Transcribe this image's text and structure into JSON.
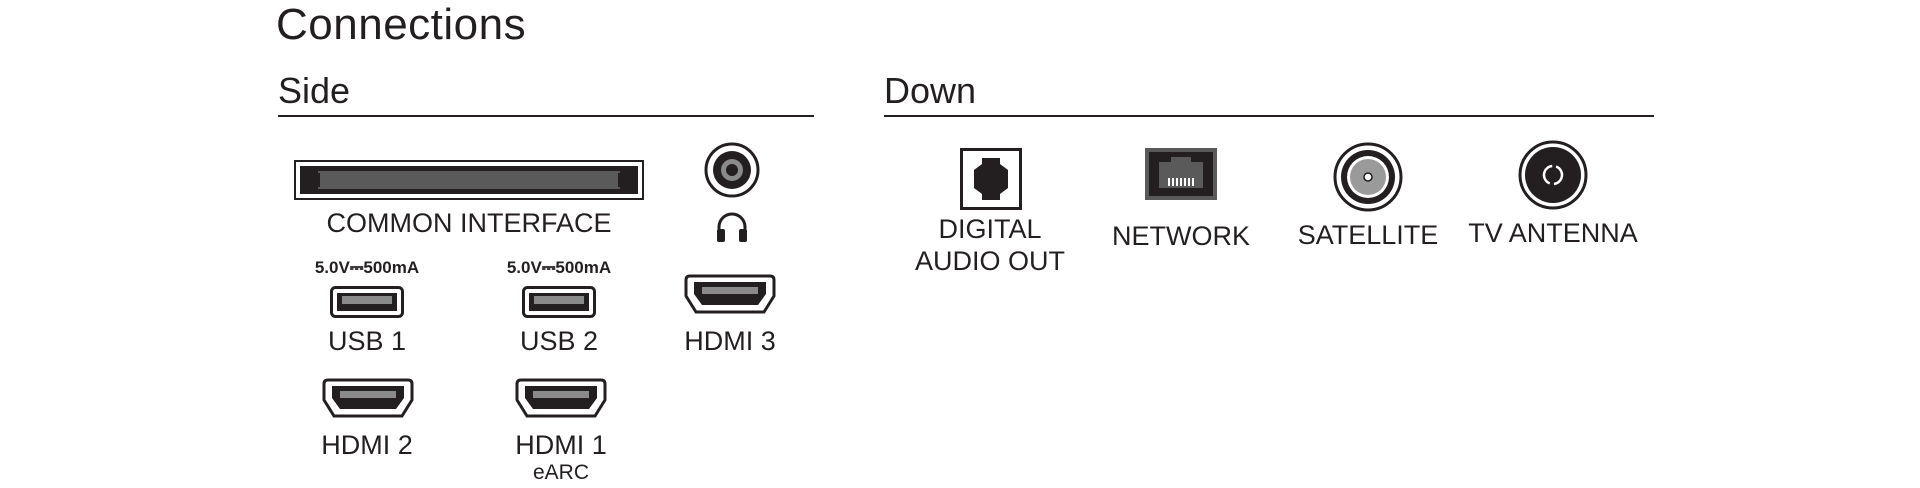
{
  "title": "Connections",
  "sections": {
    "side": {
      "label": "Side"
    },
    "down": {
      "label": "Down"
    }
  },
  "ports": {
    "common_interface": {
      "label": "COMMON INTERFACE",
      "icon": "ci-slot-icon"
    },
    "headphones": {
      "icon": "headphones-icon"
    },
    "usb1": {
      "label": "USB 1",
      "spec": "5.0V⎓500mA",
      "icon": "usb-port-icon"
    },
    "usb2": {
      "label": "USB 2",
      "spec": "5.0V⎓500mA",
      "icon": "usb-port-icon"
    },
    "hdmi3": {
      "label": "HDMI 3",
      "icon": "hdmi-port-icon"
    },
    "hdmi2": {
      "label": "HDMI 2",
      "icon": "hdmi-port-icon"
    },
    "hdmi1": {
      "label": "HDMI 1",
      "sublabel": "eARC",
      "icon": "hdmi-port-icon"
    },
    "digital_audio_out": {
      "label_line1": "DIGITAL",
      "label_line2": "AUDIO OUT",
      "icon": "optical-port-icon"
    },
    "network": {
      "label": "NETWORK",
      "icon": "ethernet-port-icon"
    },
    "satellite": {
      "label": "SATELLITE",
      "icon": "satellite-port-icon"
    },
    "tv_antenna": {
      "label": "TV ANTENNA",
      "icon": "antenna-port-icon"
    }
  }
}
